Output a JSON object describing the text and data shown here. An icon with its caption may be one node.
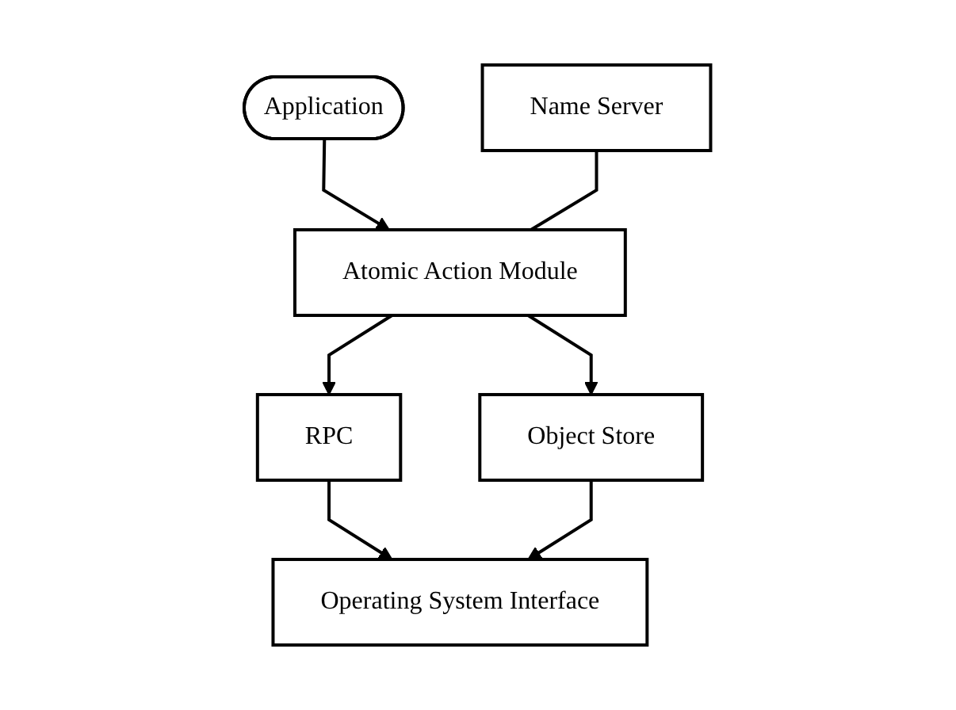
{
  "diagram": {
    "nodes": [
      {
        "text": [
          "Application"
        ]
      },
      {
        "text": [
          "Name Server"
        ]
      },
      {
        "text": [
          "Atomic Action Module"
        ]
      },
      {
        "text": [
          "RPC"
        ]
      },
      {
        "text": [
          "Object Store"
        ]
      },
      {
        "text": [
          "Operating System Interface"
        ]
      }
    ],
    "edges": [
      {
        "from": 0,
        "to": 2,
        "arrow": "to"
      },
      {
        "from": 1,
        "to": 2,
        "arrow": "none"
      },
      {
        "from": 2,
        "to": 3,
        "arrow": "to"
      },
      {
        "from": 2,
        "to": 4,
        "arrow": "to"
      },
      {
        "from": 3,
        "to": 5,
        "arrow": "to"
      },
      {
        "from": 4,
        "to": 5,
        "arrow": "to"
      }
    ]
  }
}
